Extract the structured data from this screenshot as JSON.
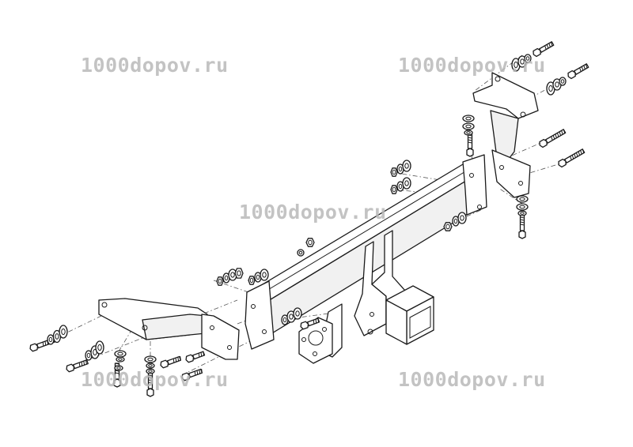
{
  "watermarks": [
    "1000dopov.ru",
    "1000dopov.ru",
    "1000dopov.ru",
    "1000dopov.ru",
    "1000dopov.ru"
  ],
  "colors": {
    "line": "#1a1a1a",
    "watermark": "#b9b9b9",
    "background": "#ffffff"
  }
}
